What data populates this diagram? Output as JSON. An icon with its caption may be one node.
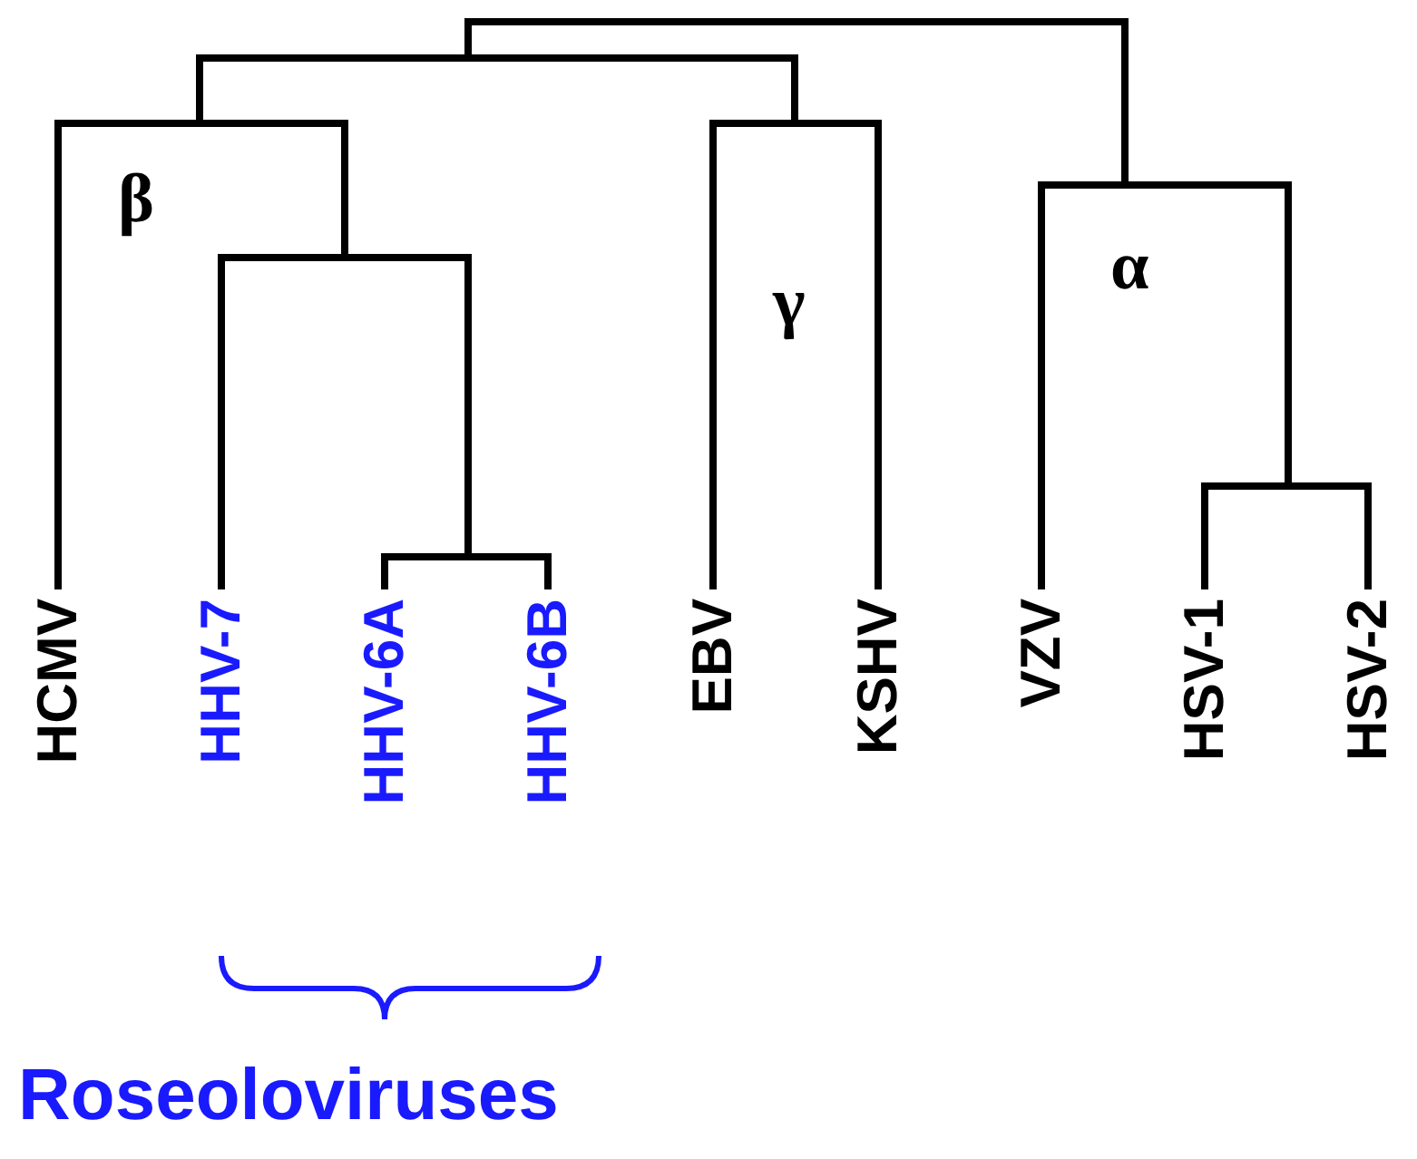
{
  "diagram": {
    "nodes": [
      {
        "text": [
          "HCMV"
        ]
      },
      {
        "text": [
          "HHV-7"
        ]
      },
      {
        "text": [
          "HHV-6A"
        ]
      },
      {
        "text": [
          "HHV-6B"
        ]
      },
      {
        "text": [
          "EBV"
        ]
      },
      {
        "text": [
          "KSHV"
        ]
      },
      {
        "text": [
          "VZV"
        ]
      },
      {
        "text": [
          "HSV-1"
        ]
      },
      {
        "text": [
          "HSV-2"
        ]
      },
      {
        "text": [],
        "shape": "bar"
      },
      {
        "text": [],
        "shape": "bar"
      },
      {
        "text": [],
        "shape": "bar"
      },
      {
        "text": [],
        "shape": "bar"
      },
      {
        "text": [],
        "shape": "bar"
      },
      {
        "text": [],
        "shape": "bar"
      },
      {
        "text": [],
        "shape": "bar"
      },
      {
        "text": [],
        "shape": "bar"
      }
    ],
    "edges": [
      {
        "from": 9,
        "to": 10,
        "arrow": "none"
      },
      {
        "from": 9,
        "to": 15,
        "arrow": "none"
      },
      {
        "from": 10,
        "to": 11,
        "arrow": "none"
      },
      {
        "from": 10,
        "to": 14,
        "arrow": "none"
      },
      {
        "from": 11,
        "to": 0,
        "arrow": "none"
      },
      {
        "from": 11,
        "to": 12,
        "arrow": "none"
      },
      {
        "from": 12,
        "to": 1,
        "arrow": "none"
      },
      {
        "from": 12,
        "to": 13,
        "arrow": "none"
      },
      {
        "from": 13,
        "to": 2,
        "arrow": "none"
      },
      {
        "from": 13,
        "to": 3,
        "arrow": "none"
      },
      {
        "from": 14,
        "to": 4,
        "arrow": "none"
      },
      {
        "from": 14,
        "to": 5,
        "arrow": "none"
      },
      {
        "from": 15,
        "to": 6,
        "arrow": "none"
      },
      {
        "from": 15,
        "to": 16,
        "arrow": "none"
      },
      {
        "from": 16,
        "to": 7,
        "arrow": "none"
      },
      {
        "from": 16,
        "to": 8,
        "arrow": "none"
      }
    ],
    "labels": [
      "β",
      "γ",
      "α",
      "Roseoloviruses"
    ]
  }
}
